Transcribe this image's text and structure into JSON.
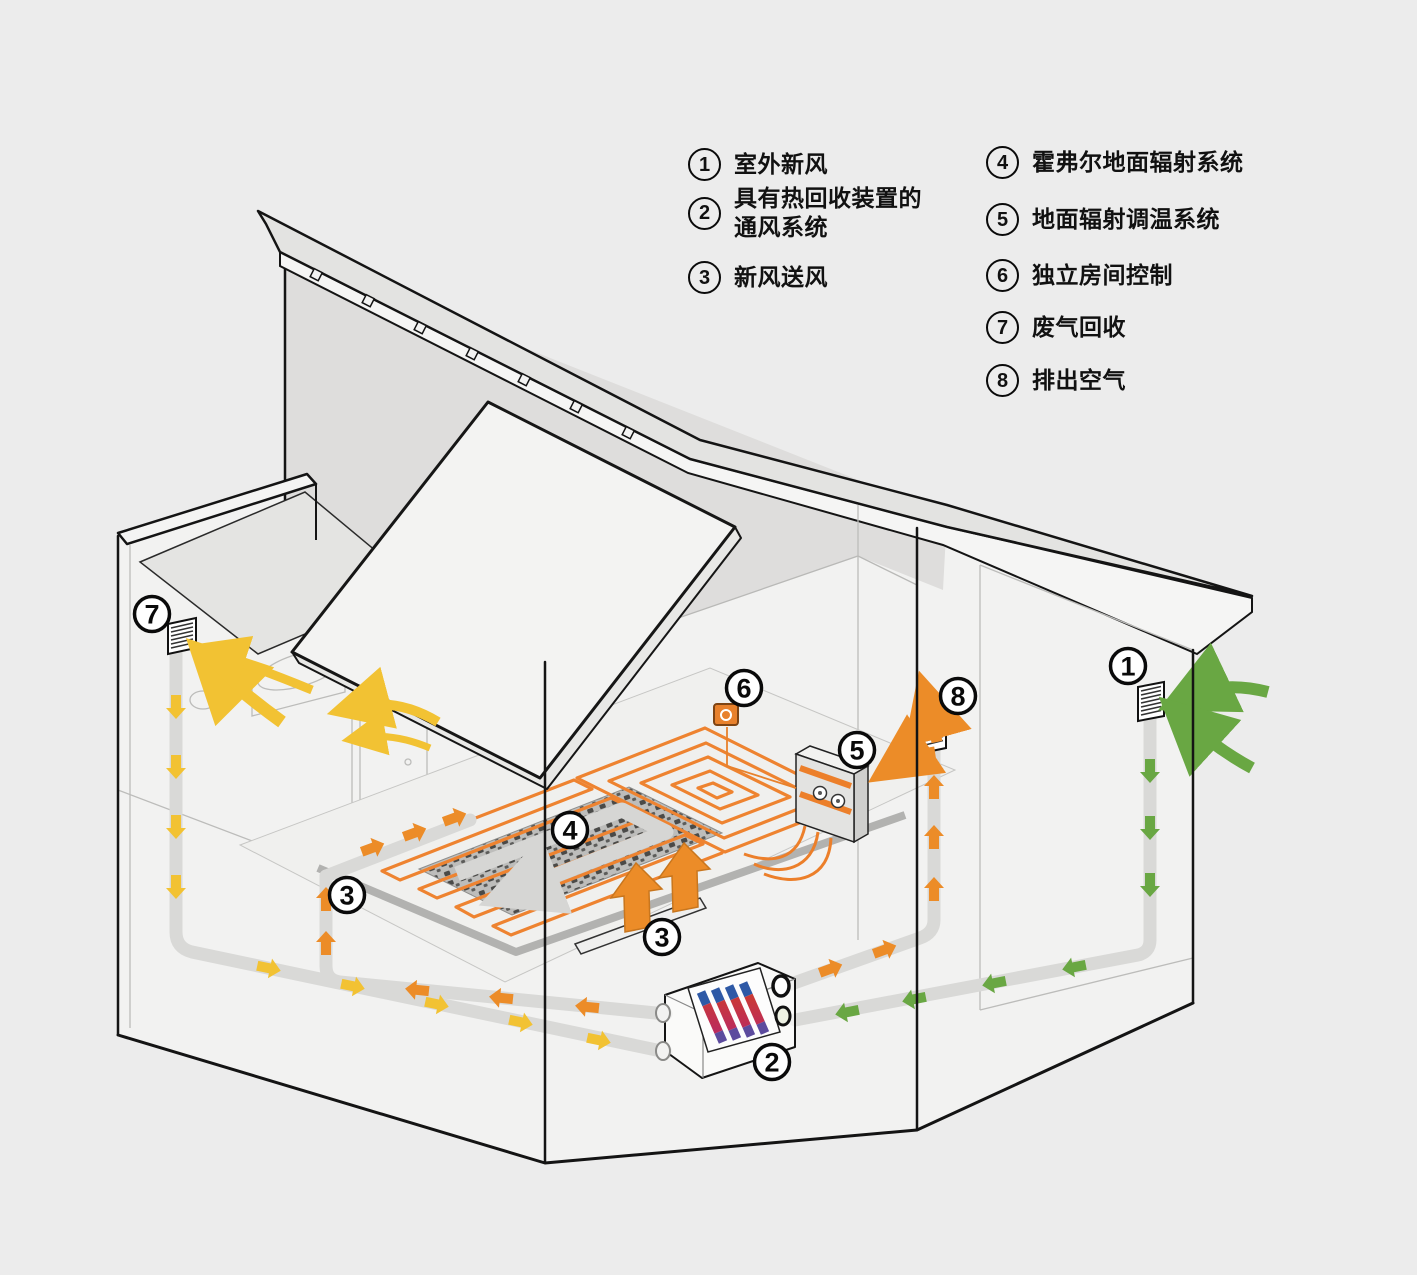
{
  "legend": {
    "items": [
      {
        "num": "1",
        "label": "室外新风"
      },
      {
        "num": "2",
        "label": "具有热回收装置的\n通风系统"
      },
      {
        "num": "3",
        "label": "新风送风"
      },
      {
        "num": "4",
        "label": "霍弗尔地面辐射系统"
      },
      {
        "num": "5",
        "label": "地面辐射调温系统"
      },
      {
        "num": "6",
        "label": "独立房间控制"
      },
      {
        "num": "7",
        "label": "废气回收"
      },
      {
        "num": "8",
        "label": "排出空气"
      }
    ]
  },
  "diagram_markers": [
    "7",
    "1",
    "8",
    "6",
    "5",
    "4",
    "3",
    "3",
    "2"
  ],
  "colors": {
    "background": "#ececec",
    "outline": "#141414",
    "roof_gray": "#e3e3e1",
    "gable_gray": "#dedddc",
    "wall_white": "#f2f2f1",
    "duct_gray": "#d9d9d7",
    "fresh_air_green": "#69a743",
    "supply_exhaust_orange": "#ec8c28",
    "extract_yellow": "#f2c233",
    "coil_orange": "#ee8330",
    "exchanger_blue": "#2e59a6",
    "exchanger_red": "#cf3f28",
    "exchanger_magenta": "#b5256e",
    "exchanger_purple": "#5c4b9e"
  }
}
